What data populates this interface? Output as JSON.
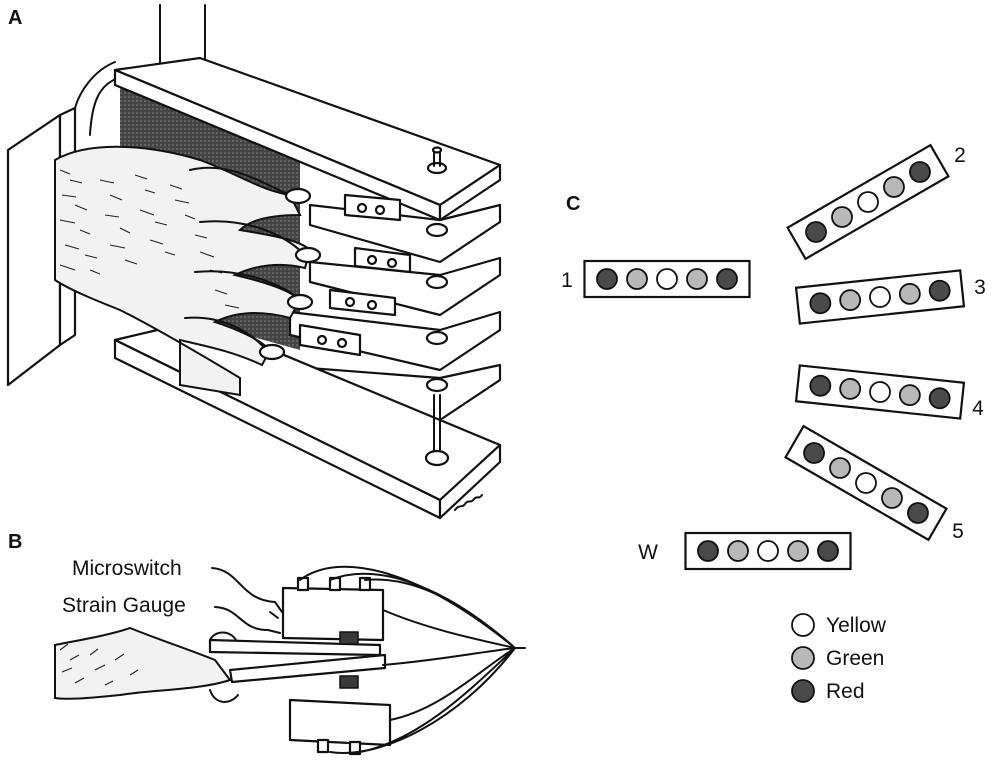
{
  "panels": {
    "a": {
      "letter": "A"
    },
    "b": {
      "letter": "B",
      "labels": {
        "microswitch": "Microswitch",
        "strain_gauge": "Strain Gauge"
      }
    },
    "c": {
      "letter": "C",
      "bars": [
        {
          "id": "1",
          "label": "1",
          "angle_deg": 0,
          "lights": [
            "red",
            "green",
            "yellow",
            "green",
            "red"
          ]
        },
        {
          "id": "2",
          "label": "2",
          "angle_deg": -30,
          "lights": [
            "red",
            "green",
            "yellow",
            "green",
            "red"
          ]
        },
        {
          "id": "3",
          "label": "3",
          "angle_deg": -6,
          "lights": [
            "red",
            "green",
            "yellow",
            "green",
            "red"
          ]
        },
        {
          "id": "4",
          "label": "4",
          "angle_deg": 6,
          "lights": [
            "red",
            "green",
            "yellow",
            "green",
            "red"
          ]
        },
        {
          "id": "5",
          "label": "5",
          "angle_deg": 30,
          "lights": [
            "red",
            "green",
            "yellow",
            "green",
            "red"
          ]
        },
        {
          "id": "W",
          "label": "W",
          "angle_deg": 0,
          "lights": [
            "red",
            "green",
            "yellow",
            "green",
            "red"
          ]
        }
      ],
      "legend": [
        {
          "key": "yellow",
          "label": "Yellow"
        },
        {
          "key": "green",
          "label": "Green"
        },
        {
          "key": "red",
          "label": "Red"
        }
      ]
    }
  },
  "colors": {
    "ink": "#111111",
    "yellow_fill": "#ffffff",
    "green_fill": "#b8b8b8",
    "red_fill": "#4a4a4a",
    "shadow": "#3a3a3a"
  },
  "icons": {
    "signature": "artist-signature-mark"
  }
}
